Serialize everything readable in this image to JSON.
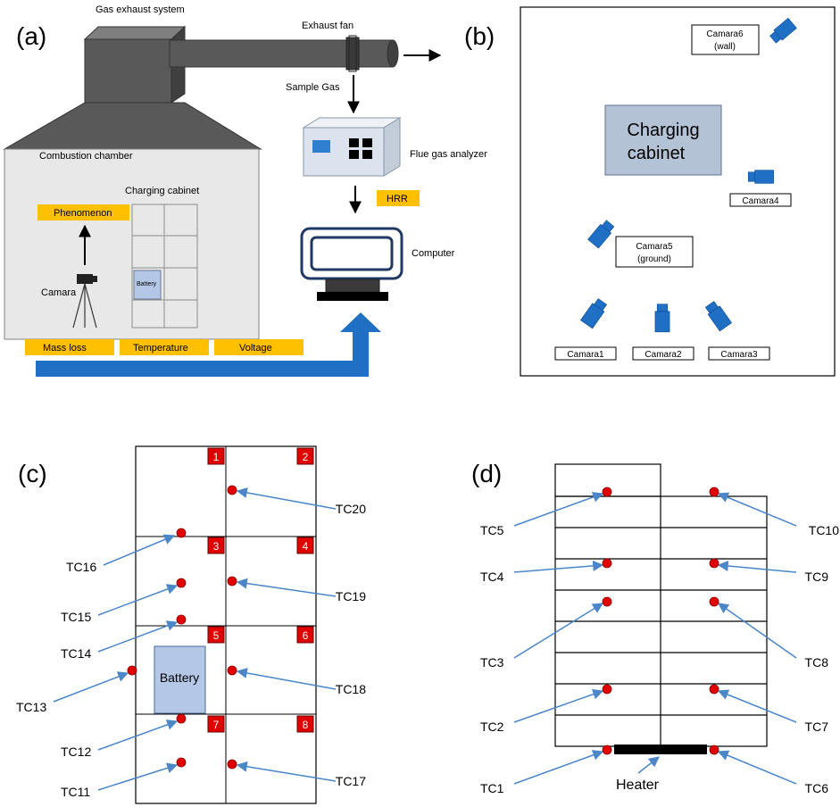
{
  "panel_a": {
    "panel_label": "(a)",
    "gas_exhaust_system": "Gas exhaust system",
    "exhaust_fan": "Exhaust fan",
    "sample_gas": "Sample Gas",
    "flue_gas_analyzer": "Flue gas analyzer",
    "hrr": "HRR",
    "computer": "Computer",
    "combustion_chamber": "Combustion chamber",
    "charging_cabinet": "Charging cabinet",
    "phenomenon": "Phenomenon",
    "camara": "Camara",
    "battery": "Battery",
    "mass_loss": "Mass loss",
    "temperature": "Temperature",
    "voltage": "Voltage",
    "colors": {
      "label_bg": "#FFC000",
      "flow_arrow": "#1F6FC5",
      "hood": "#595959",
      "analyzer": "#DCE3EE"
    }
  },
  "panel_b": {
    "panel_label": "(b)",
    "cabinet_line1": "Charging",
    "cabinet_line2": "cabinet",
    "cam6_line1": "Camara6",
    "cam6_line2": "(wall)",
    "cam5_line1": "Camara5",
    "cam5_line2": "(ground)",
    "cam4": "Camara4",
    "cam1": "Camara1",
    "cam2": "Camara2",
    "cam3": "Camara3",
    "colors": {
      "cabinet": "#B4C2D6",
      "camera": "#1F6FC5"
    }
  },
  "panel_c": {
    "panel_label": "(c)",
    "battery": "Battery",
    "cell_numbers": [
      "1",
      "2",
      "3",
      "4",
      "5",
      "6",
      "7",
      "8"
    ],
    "thermocouples": [
      "TC11",
      "TC12",
      "TC13",
      "TC14",
      "TC15",
      "TC16",
      "TC17",
      "TC18",
      "TC19",
      "TC20"
    ],
    "colors": {
      "marker": "#E00000",
      "arrow": "#4A86C8",
      "battery": "#B4C7E7"
    }
  },
  "panel_d": {
    "panel_label": "(d)",
    "heater": "Heater",
    "thermocouples": [
      "TC1",
      "TC2",
      "TC3",
      "TC4",
      "TC5",
      "TC6",
      "TC7",
      "TC8",
      "TC9",
      "TC10"
    ],
    "colors": {
      "marker": "#E00000",
      "arrow": "#4A86C8",
      "heater": "#000000"
    }
  }
}
